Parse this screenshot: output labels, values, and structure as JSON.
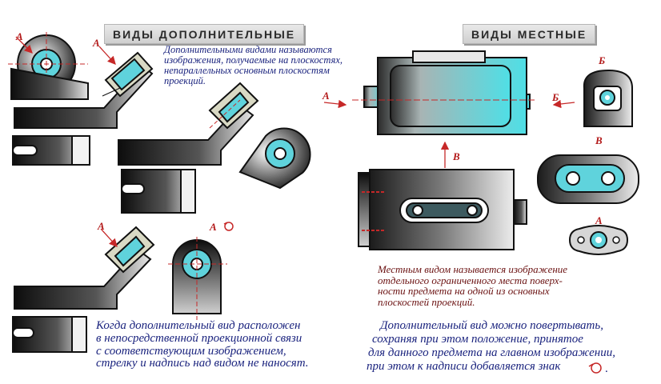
{
  "headers": {
    "additional": "ВИДЫ ДОПОЛНИТЕЛЬНЫЕ",
    "local": "ВИДЫ МЕСТНЫЕ"
  },
  "texts": {
    "additional_def": "Дополнительными видами называются\nизображения, получаемые на плоскостях,\nнепараллельных основным плоскостям\nпроекций.",
    "local_def": "Местным видом называется изображение\nотдельного ограниченного места поверх-\nности предмета на одной из основных\nплоскостей проекций.",
    "bottom_left": "Когда дополнительный вид расположен\nв непосредственной проекционной связи\nс соответствующим изображением,\nстрелку и надпись над видом не наносят.",
    "bottom_right_lines": [
      "Дополнительный вид можно повертывать,",
      "сохраняя при этом положение, принятое",
      "для данного предмета на главном изображении,",
      "при этом к надписи добавляется знак"
    ]
  },
  "labels": {
    "a": "А",
    "b": "Б",
    "v": "В"
  },
  "colors": {
    "arrow": "#c62828",
    "cyan": "#5fd3dc",
    "dark": "#111111",
    "text_blue": "#1a237e",
    "text_maroon": "#6b1212"
  }
}
